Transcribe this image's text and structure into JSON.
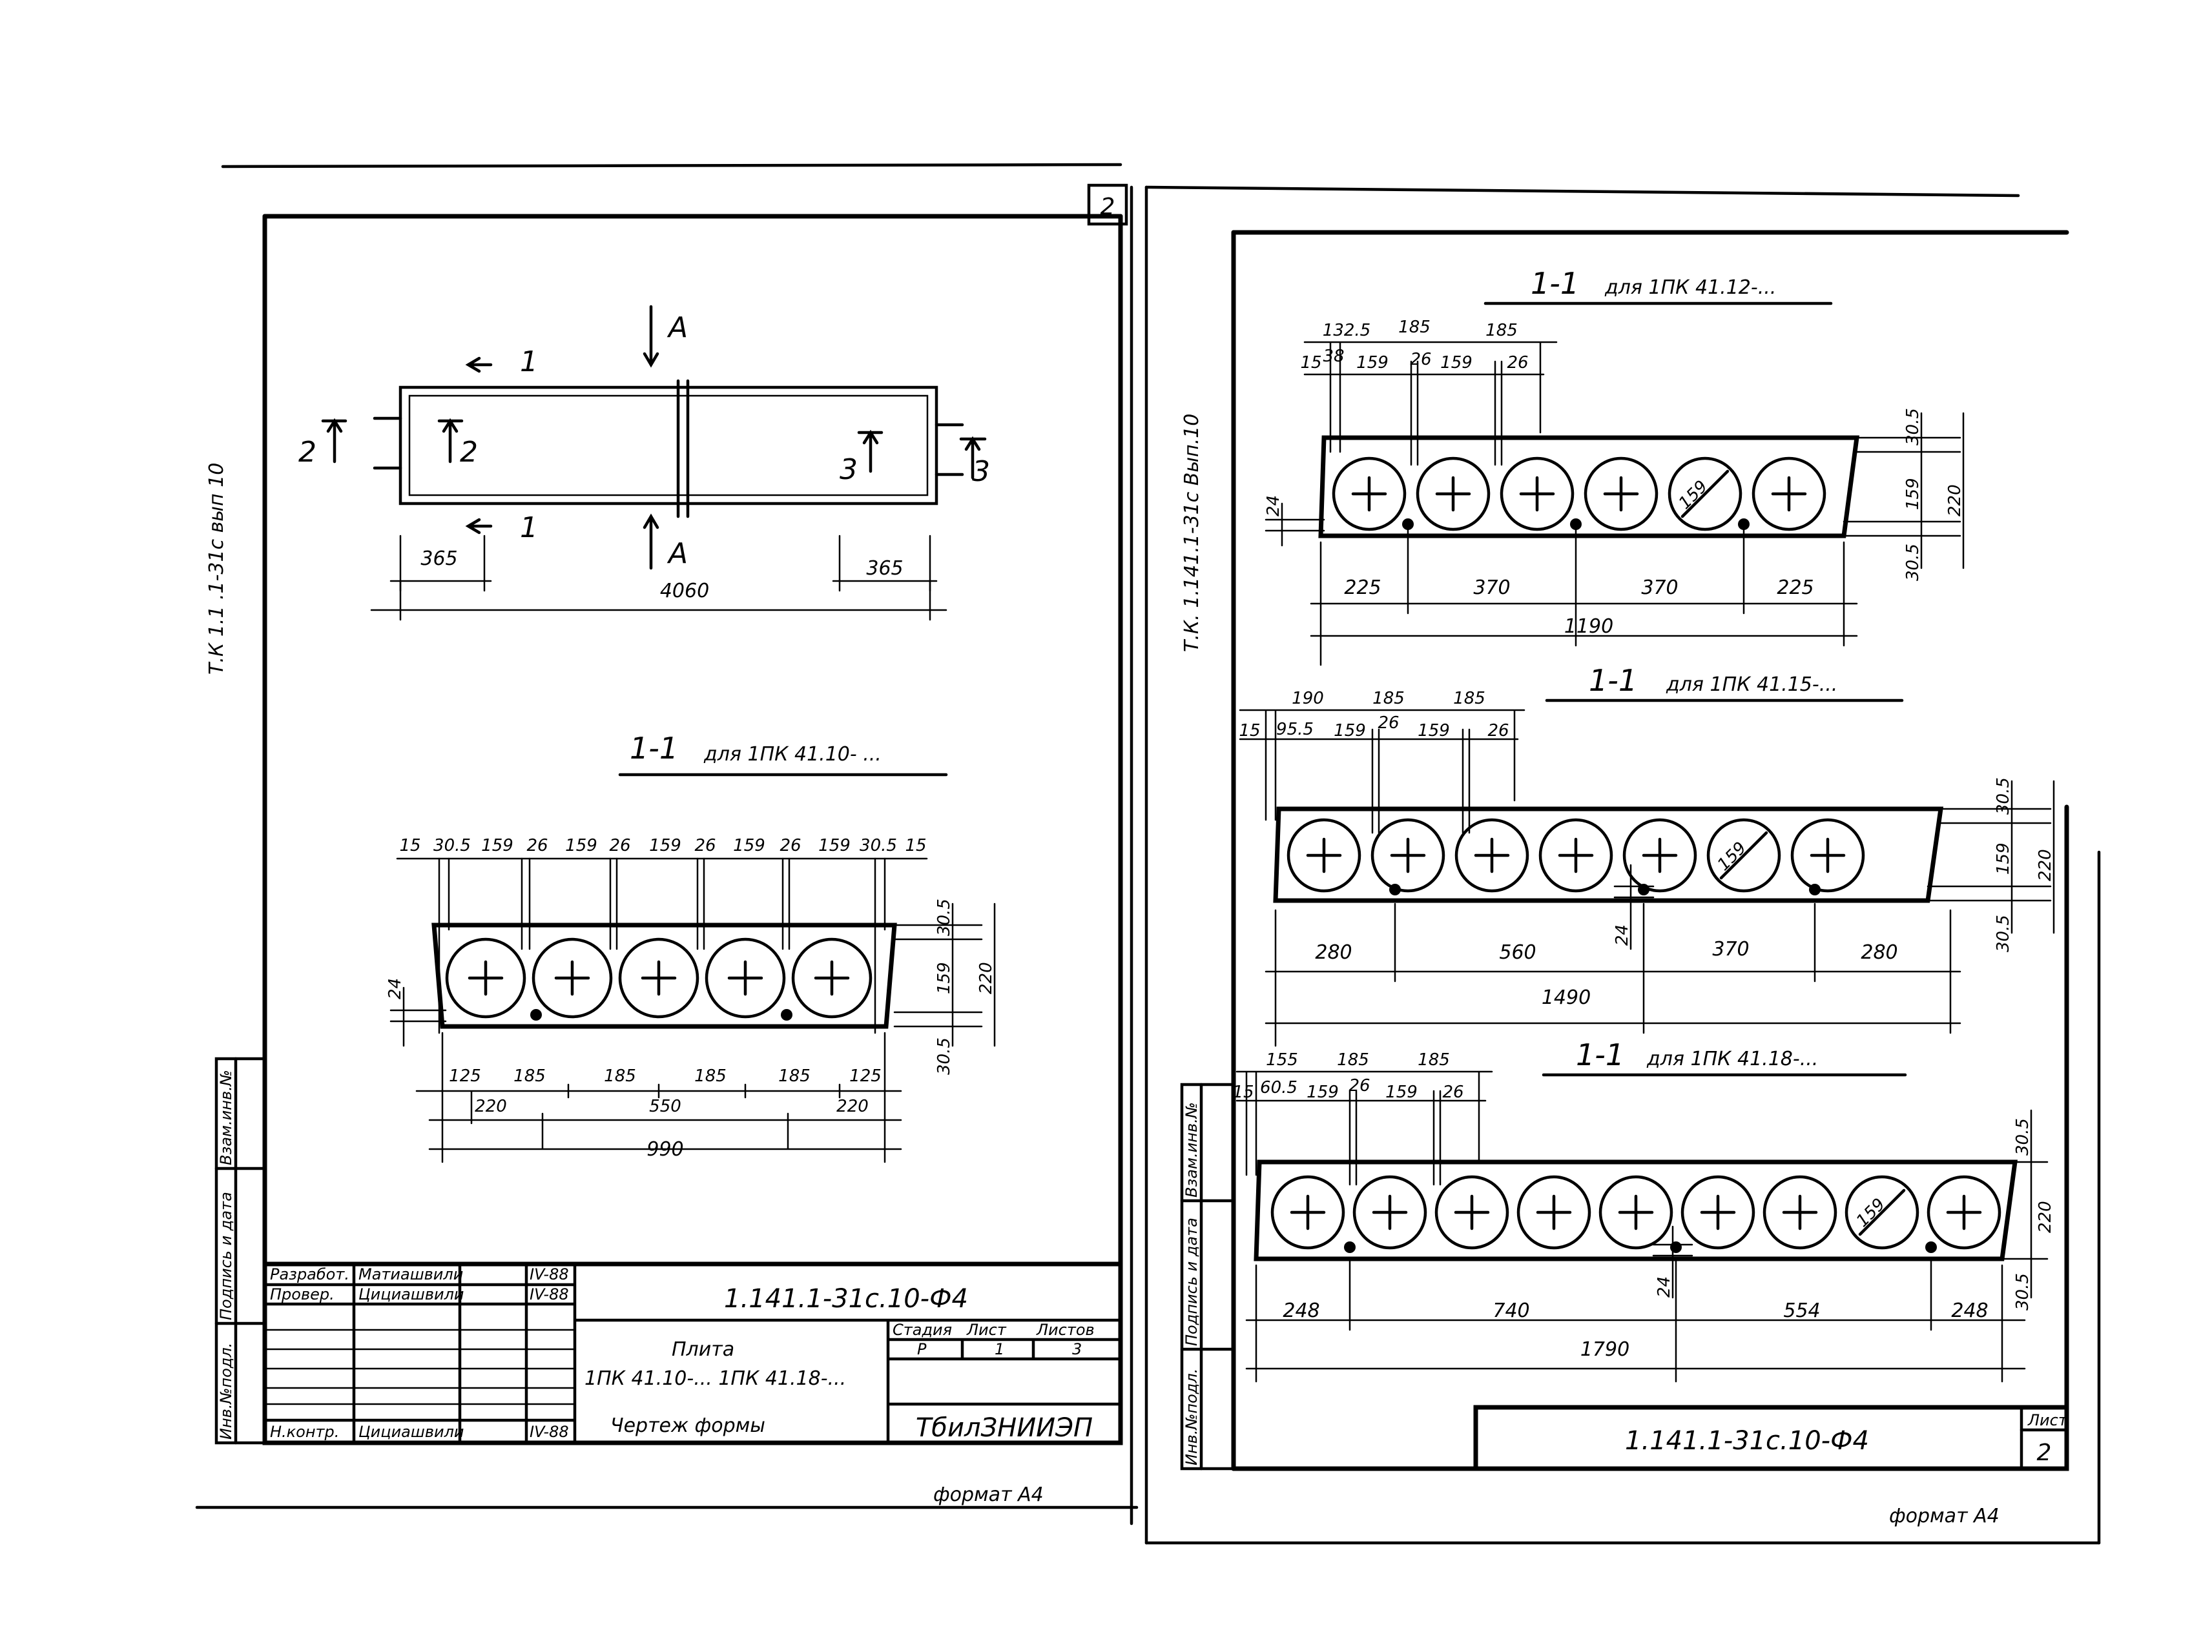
{
  "left_sheet": {
    "sheet_number": "2",
    "side_label": "Т.К 1.1 .1-31с вып 10",
    "plan": {
      "section_label_1": "1",
      "section_label_a": "A",
      "section_label_2": "2",
      "section_label_3": "3",
      "dim_end": "365",
      "dim_total": "4060"
    },
    "section": {
      "title_num": "1-1",
      "title_text": "для 1ПК 41.10- ...",
      "top_dims": [
        "15",
        "30.5",
        "159",
        "26",
        "159",
        "26",
        "159",
        "26",
        "159",
        "26",
        "159",
        "30.5",
        "15"
      ],
      "right_dims": [
        "30.5",
        "159",
        "30.5",
        "220"
      ],
      "left_dim": "24",
      "bottom_row1": [
        "125",
        "185",
        "185",
        "185",
        "185",
        "125"
      ],
      "bottom_row2": [
        "220",
        "550",
        "220"
      ],
      "bottom_total": "990"
    },
    "side_stamp": [
      "Инв.№подл.",
      "Подпись и дата",
      "Взам.инв.№"
    ],
    "title_block": {
      "rows": [
        {
          "role": "Разработ.",
          "name": "Матиашвили",
          "date": "IV-88"
        },
        {
          "role": "Провер.",
          "name": "Цициашвили",
          "date": "IV-88"
        },
        {
          "role": "Н.контр.",
          "name": "Цициашвили",
          "date": "IV-88"
        }
      ],
      "doc_code": "1.141.1-31с.10-Ф4",
      "product_name": "Плита",
      "product_range": "1ПК 41.10-... 1ПК 41.18-...",
      "drawing_type": "Чертеж формы",
      "stage_label": "Стадия",
      "sheet_label": "Лист",
      "sheets_label": "Листов",
      "stage": "Р",
      "sheet": "1",
      "sheets": "3",
      "organization": "ТбилЗНИИЭП"
    },
    "format": "формат А4"
  },
  "right_sheet": {
    "side_label": "Т.К. 1.141.1-31с Вып.10",
    "section_12": {
      "title_num": "1-1",
      "title_text": "для 1ПК 41.12-...",
      "top_dims": [
        "132.5",
        "185",
        "185",
        "15",
        "38",
        "159",
        "26",
        "159",
        "26"
      ],
      "hole_label": "159",
      "right_dims": [
        "30.5",
        "159",
        "30.5",
        "220"
      ],
      "left_dim": "24",
      "bottom_dims": [
        "225",
        "370",
        "370",
        "225"
      ],
      "total": "1190"
    },
    "section_15": {
      "title_num": "1-1",
      "title_text": "для 1ПК 41.15-...",
      "top_dims": [
        "190",
        "185",
        "185",
        "15",
        "95.5",
        "159",
        "26",
        "159",
        "26"
      ],
      "hole_label": "159",
      "right_dims": [
        "30.5",
        "159",
        "30.5",
        "220"
      ],
      "left_dim": "24",
      "bottom_dims": [
        "280",
        "560",
        "370",
        "280"
      ],
      "total": "1490"
    },
    "section_18": {
      "title_num": "1-1",
      "title_text": "для 1ПК 41.18-...",
      "top_dims": [
        "155",
        "185",
        "185",
        "15",
        "60.5",
        "159",
        "26",
        "159",
        "26"
      ],
      "hole_label": "159",
      "right_dims": [
        "30.5",
        "220",
        "30.5"
      ],
      "left_dim": "24",
      "bottom_dims": [
        "248",
        "740",
        "554",
        "248"
      ],
      "total": "1790"
    },
    "side_stamp": [
      "Инв.№подл.",
      "Подпись и дата",
      "Взам.инв.№"
    ],
    "doc_code": "1.141.1-31с.10-Ф4",
    "sheet_label": "Лист",
    "sheet_number": "2",
    "format": "формат А4"
  }
}
